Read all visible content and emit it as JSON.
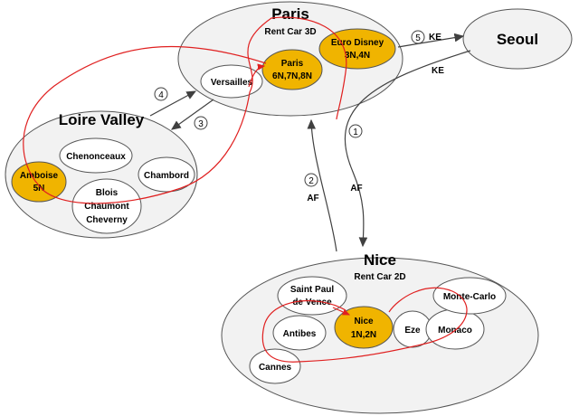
{
  "regions": {
    "paris": {
      "title": "Paris",
      "subtitle": "Rent Car 3D"
    },
    "loire": {
      "title": "Loire Valley"
    },
    "nice": {
      "title": "Nice",
      "subtitle": "Rent Car 2D"
    },
    "seoul": {
      "title": "Seoul"
    }
  },
  "places": {
    "euro_disney": {
      "line1": "Euro Disney",
      "line2": "3N,4N",
      "highlight": true
    },
    "paris": {
      "line1": "Paris",
      "line2": "6N,7N,8N",
      "highlight": true
    },
    "versailles": {
      "line1": "Versailles"
    },
    "chenonceaux": {
      "line1": "Chenonceaux"
    },
    "chambord": {
      "line1": "Chambord"
    },
    "amboise": {
      "line1": "Amboise",
      "line2": "5N",
      "highlight": true
    },
    "blois": {
      "line1": "Blois",
      "line2": "Chaumont",
      "line3": "Cheverny"
    },
    "saint_paul": {
      "line1": "Saint Paul",
      "line2": "de Vence"
    },
    "antibes": {
      "line1": "Antibes"
    },
    "cannes": {
      "line1": "Cannes"
    },
    "nice_city": {
      "line1": "Nice",
      "line2": "1N,2N",
      "highlight": true
    },
    "eze": {
      "line1": "Eze"
    },
    "monaco": {
      "line1": "Monaco"
    },
    "monte_carlo": {
      "line1": "Monte-Carlo"
    }
  },
  "legs": {
    "leg1": {
      "step": "1",
      "carrier": "AF"
    },
    "leg2": {
      "step": "2",
      "carrier": "AF"
    },
    "leg3": {
      "step": "3"
    },
    "leg4": {
      "step": "4"
    },
    "leg5": {
      "step": "5",
      "carrier": "KE"
    },
    "seoul_out": {
      "carrier": "KE"
    }
  },
  "colors": {
    "region_fill": "#f2f2f2",
    "place_fill": "#ffffff",
    "highlight_fill": "#f0b400",
    "route": "#e02020",
    "arrow": "#404040"
  }
}
